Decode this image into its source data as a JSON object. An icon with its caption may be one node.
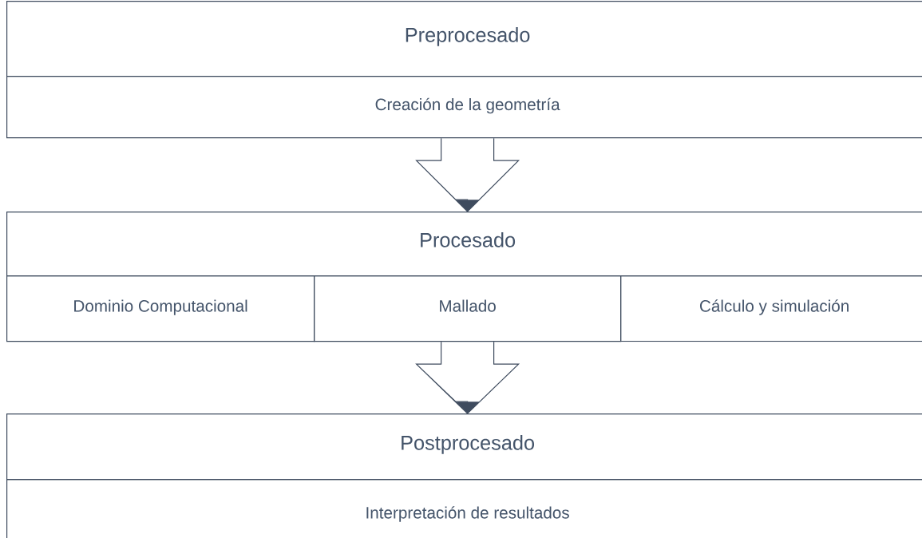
{
  "diagram": {
    "nodes": [
      {
        "text": [
          "Preprocesado"
        ]
      },
      {
        "text": [
          "Creación de la geometría"
        ]
      },
      {
        "text": [
          "Procesado"
        ]
      },
      {
        "text": [
          "Dominio Computacional"
        ]
      },
      {
        "text": [
          "Mallado"
        ]
      },
      {
        "text": [
          "Cálculo y simulación"
        ]
      },
      {
        "text": [
          "Postprocesado"
        ]
      },
      {
        "text": [
          "Interpretación de resultados"
        ]
      }
    ],
    "edges": [
      {
        "from": 1,
        "to": 2,
        "arrow": "to"
      },
      {
        "from": 4,
        "to": 6,
        "arrow": "to"
      }
    ]
  }
}
